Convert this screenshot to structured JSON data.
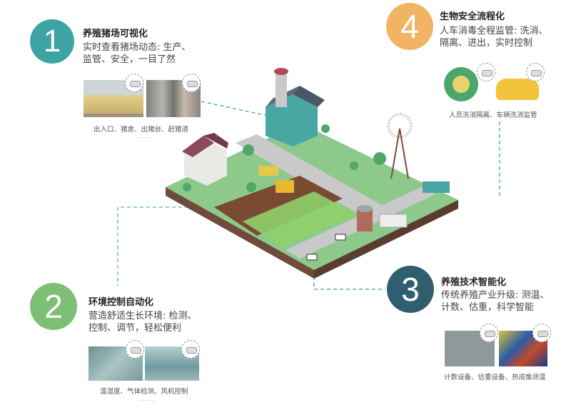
{
  "sections": [
    {
      "number": "1",
      "title": "养殖猪场可视化",
      "desc_lines": [
        "实时查看猪场动态: 生产、",
        "监管、安全，一目了然"
      ],
      "caption": "出入口、猪舍、出猪台、赶猪道",
      "more": "......",
      "color": "#3ea3a4"
    },
    {
      "number": "2",
      "title": "环境控制自动化",
      "desc_lines": [
        "营造舒适生长环境: 检测、",
        "控制、调节，轻松便利"
      ],
      "caption": "温湿度、气体检测、风机控制",
      "more": "......",
      "color": "#7dbf74"
    },
    {
      "number": "3",
      "title": "养殖技术智能化",
      "desc_lines": [
        "传统养殖产业升级: 测温、",
        "计数、估重，科学智能"
      ],
      "caption": "计数设备、估重设备、热成像测温",
      "color": "#2f5f6e"
    },
    {
      "number": "4",
      "title": "生物安全流程化",
      "desc_lines": [
        "人车消毒全程监管: 洗消、",
        "隔离、进出，实时控制"
      ],
      "caption": "人员洗消隔离、车辆洗消监管",
      "color": "#f1b465"
    }
  ]
}
